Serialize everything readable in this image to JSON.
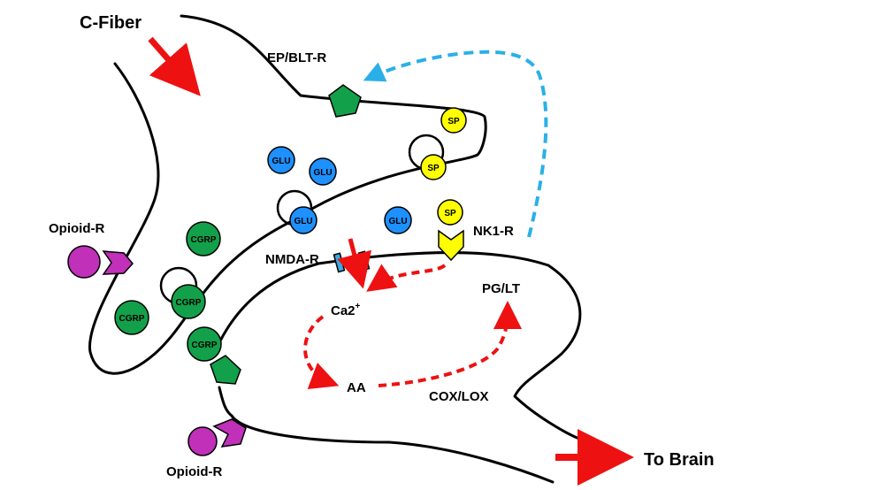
{
  "labels": {
    "c_fiber": "C-Fiber",
    "ep_blt_r": "EP/BLT-R",
    "opioid_r_top": "Opioid-R",
    "opioid_r_bottom": "Opioid-R",
    "nmda_r": "NMDA-R",
    "nk1_r": "NK1-R",
    "pg_lt": "PG/LT",
    "ca2_base": "Ca2",
    "ca2_sup": "+",
    "aa": "AA",
    "cox_lox": "COX/LOX",
    "to_brain": "To Brain"
  },
  "molecules": {
    "sp": "SP",
    "glu": "GLU",
    "cgrp": "CGRP"
  },
  "colors": {
    "sp": "#ffff00",
    "glu": "#1e90ff",
    "cgrp": "#13a04a",
    "ep_receptor": "#13a04a",
    "opioid_ligand": "#c030b8",
    "opioid_receptor": "#c030b8",
    "nmda_receptor": "#3aa9e0",
    "nk1_receptor": "#ffff00",
    "red_arrow": "#ee1111",
    "feedback_arrow": "#2ab0e8"
  },
  "icons": {
    "c_fiber_arrow": "red-arrow-icon",
    "to_brain_arrow": "red-arrow-icon",
    "feedback_arrow": "dashed-curved-arrow-icon"
  }
}
